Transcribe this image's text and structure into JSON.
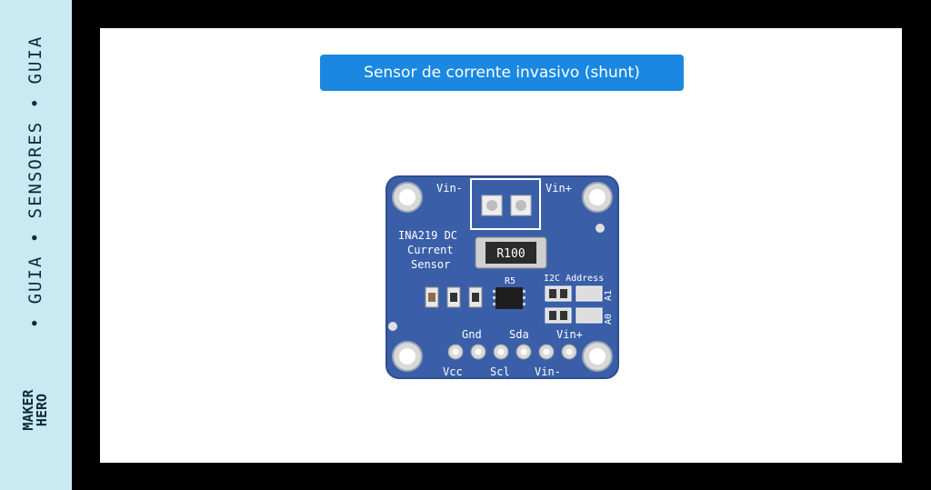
{
  "sidebar": {
    "text": "• GUIA • SENSORES • GUIA",
    "logo_line1": "MAKER",
    "logo_line2": "HERO"
  },
  "main": {
    "title": "Sensor de corrente invasivo (shunt)"
  },
  "board": {
    "top_left_label": "Vin-",
    "top_right_label": "Vin+",
    "name_line1": "INA219 DC",
    "name_line2": "Current",
    "name_line3": "Sensor",
    "shunt_marking": "R100",
    "shunt_ref": "R5",
    "i2c_label": "I2C Address",
    "a1_label": "A1",
    "a0_label": "A0",
    "pin_gnd": "Gnd",
    "pin_sda": "Sda",
    "pin_vinplus": "Vin+",
    "pin_vcc": "Vcc",
    "pin_scl": "Scl",
    "pin_vinminus": "Vin-"
  },
  "colors": {
    "sidebar_bg": "#c9e9f3",
    "frame_bg": "#000000",
    "title_bg": "#1a88e0",
    "board_blue": "#3a5fa8"
  }
}
